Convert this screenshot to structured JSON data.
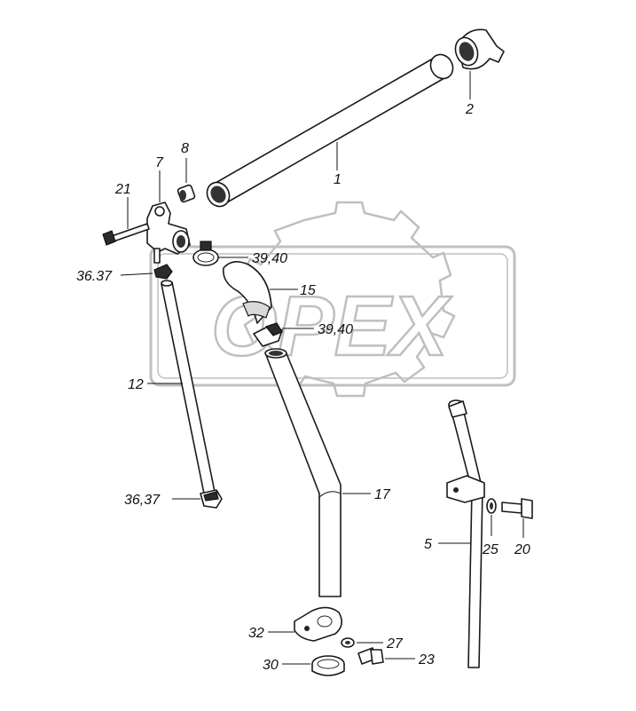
{
  "watermark": {
    "text": "OPEX"
  },
  "callouts": [
    {
      "id": "c1",
      "text": "1"
    },
    {
      "id": "c2",
      "text": "2"
    },
    {
      "id": "c5",
      "text": "5"
    },
    {
      "id": "c7",
      "text": "7"
    },
    {
      "id": "c8",
      "text": "8"
    },
    {
      "id": "c12",
      "text": "12"
    },
    {
      "id": "c15",
      "text": "15"
    },
    {
      "id": "c17",
      "text": "17"
    },
    {
      "id": "c20",
      "text": "20"
    },
    {
      "id": "c21",
      "text": "21"
    },
    {
      "id": "c23",
      "text": "23"
    },
    {
      "id": "c25",
      "text": "25"
    },
    {
      "id": "c27",
      "text": "27"
    },
    {
      "id": "c30",
      "text": "30"
    },
    {
      "id": "c32",
      "text": "32"
    },
    {
      "id": "c36a",
      "text": "36.37"
    },
    {
      "id": "c36b",
      "text": "36,37"
    },
    {
      "id": "c39a",
      "text": "39,40"
    },
    {
      "id": "c39b",
      "text": "39,40"
    }
  ]
}
